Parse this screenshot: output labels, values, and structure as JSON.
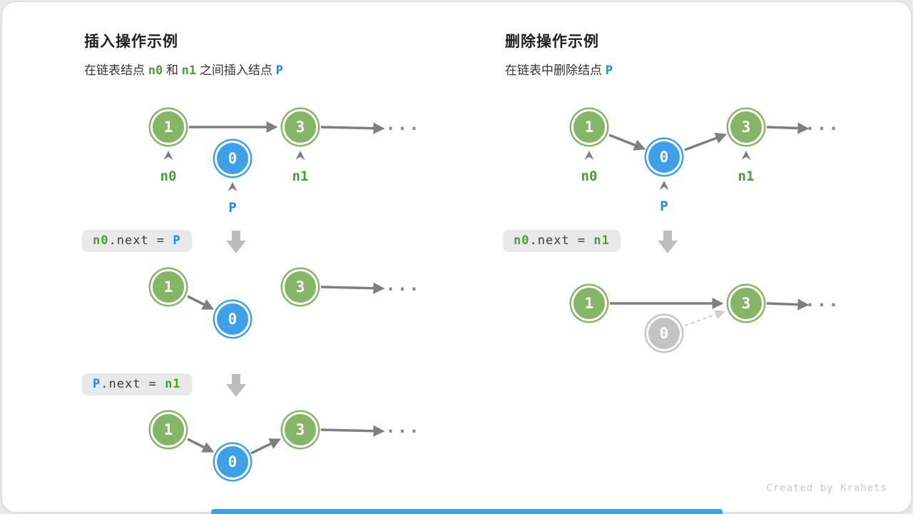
{
  "shared": {
    "ellipsis": "...",
    "credit": "Created by Krahets"
  },
  "colors": {
    "node_green": "#85b567",
    "node_blue": "#3da0e8",
    "node_gray": "#c4c4c4",
    "arrow_gray": "#7f7f7f",
    "code_green": "#4d9c39",
    "code_blue": "#1d8ce0",
    "chip_bg": "#e9e9e9",
    "accent_bar": "#3da0e8"
  },
  "insert": {
    "title": "插入操作示例",
    "subtitle": [
      {
        "t": "在链表结点 ",
        "c": "plain"
      },
      {
        "t": "n0",
        "c": "green"
      },
      {
        "t": " 和 ",
        "c": "plain"
      },
      {
        "t": "n1",
        "c": "green"
      },
      {
        "t": " 之间插入结点 ",
        "c": "plain"
      },
      {
        "t": "P",
        "c": "blue"
      }
    ],
    "code1": [
      {
        "t": "n0",
        "c": "green"
      },
      {
        "t": ".next = ",
        "c": "plain"
      },
      {
        "t": "P",
        "c": "blue"
      }
    ],
    "code2": [
      {
        "t": "P",
        "c": "blue"
      },
      {
        "t": ".next = ",
        "c": "plain"
      },
      {
        "t": "n1",
        "c": "green"
      }
    ],
    "d1": {
      "nodes": [
        "1",
        "0",
        "3"
      ],
      "labels": {
        "n0": "n0",
        "p": "P",
        "n1": "n1"
      }
    },
    "d2": {
      "nodes": [
        "1",
        "0",
        "3"
      ]
    },
    "d3": {
      "nodes": [
        "1",
        "0",
        "3"
      ]
    }
  },
  "delete": {
    "title": "删除操作示例",
    "subtitle": [
      {
        "t": "在链表中删除结点 ",
        "c": "plain"
      },
      {
        "t": "P",
        "c": "blue"
      }
    ],
    "code1": [
      {
        "t": "n0",
        "c": "green"
      },
      {
        "t": ".next = ",
        "c": "plain"
      },
      {
        "t": "n1",
        "c": "green"
      }
    ],
    "d1": {
      "nodes": [
        "1",
        "0",
        "3"
      ],
      "labels": {
        "n0": "n0",
        "p": "P",
        "n1": "n1"
      }
    },
    "d2": {
      "nodes": [
        "1",
        "3",
        "0"
      ]
    }
  }
}
